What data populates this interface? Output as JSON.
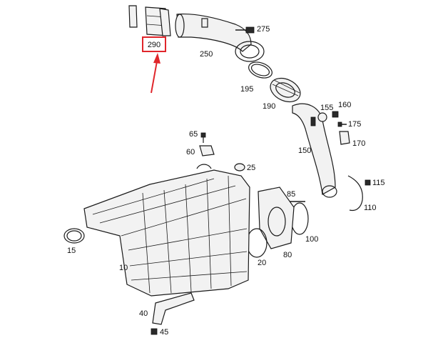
{
  "callouts": {
    "c290": "290",
    "c275": "275",
    "c250": "250",
    "c195": "195",
    "c190": "190",
    "c155": "155",
    "c160": "160",
    "c175": "175",
    "c170": "170",
    "c150": "150",
    "c65": "65",
    "c60": "60",
    "c25": "25",
    "c115": "115",
    "c85": "85",
    "c110": "110",
    "c100": "100",
    "c80": "80",
    "c20": "20",
    "c15": "15",
    "c10": "10",
    "c40": "40",
    "c45": "45"
  },
  "colors": {
    "highlight": "#e0262b",
    "line": "#1a1a1a",
    "background": "#ffffff"
  }
}
